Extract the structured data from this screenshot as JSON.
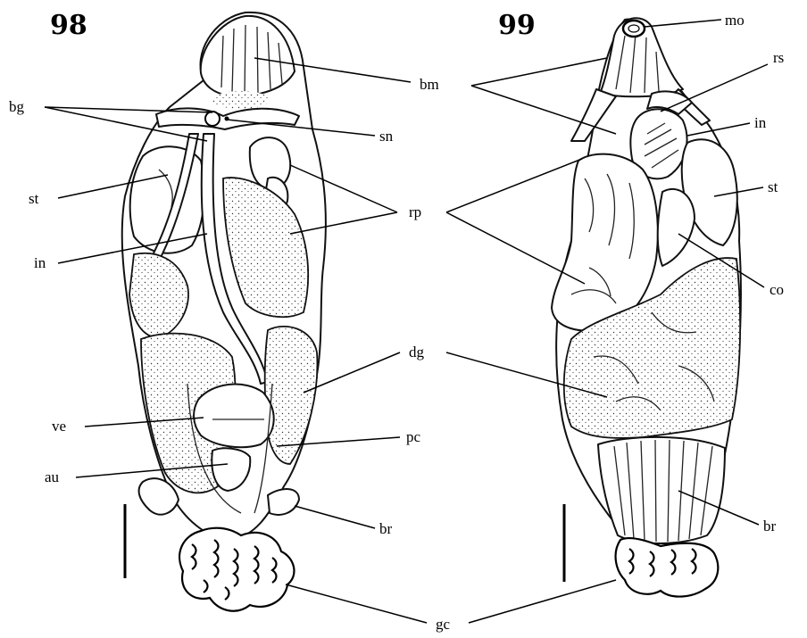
{
  "figures": [
    {
      "number": "98"
    },
    {
      "number": "99"
    }
  ],
  "labels": {
    "bm": "bm",
    "bg": "bg",
    "sn": "sn",
    "st": "st",
    "rp": "rp",
    "in": "in",
    "dg": "dg",
    "ve": "ve",
    "pc": "pc",
    "au": "au",
    "br": "br",
    "gc": "gc",
    "mo": "mo",
    "rs": "rs",
    "co": "co"
  }
}
